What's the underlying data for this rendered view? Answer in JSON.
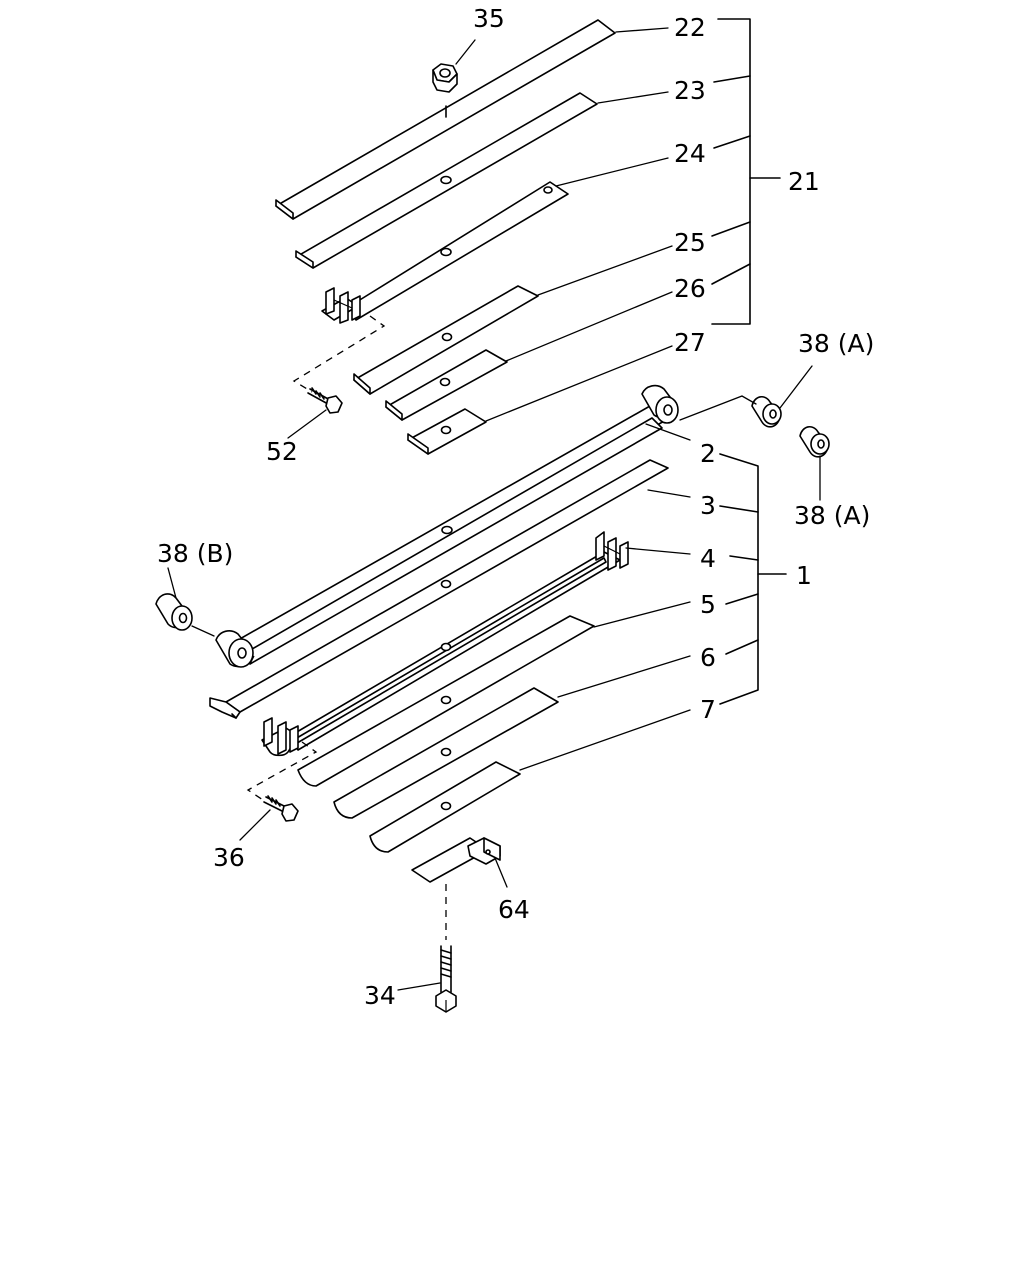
{
  "labels": {
    "l35": "35",
    "l22": "22",
    "l23": "23",
    "l24": "24",
    "l21": "21",
    "l25": "25",
    "l26": "26",
    "l27": "27",
    "l38a_top": "38 (A)",
    "l52": "52",
    "l2": "2",
    "l38a_right": "38 (A)",
    "l3": "3",
    "l38b": "38 (B)",
    "l4": "4",
    "l1": "1",
    "l5": "5",
    "l6": "6",
    "l7": "7",
    "l36": "36",
    "l64": "64",
    "l34": "34"
  }
}
